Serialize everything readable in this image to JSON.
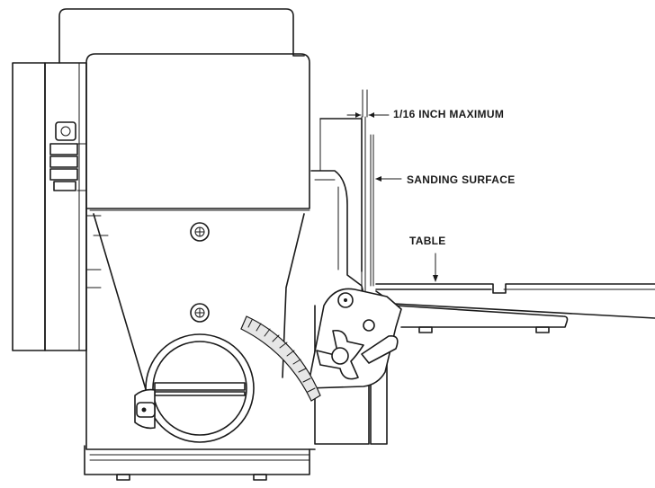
{
  "labels": {
    "max_gap": "1/16 INCH MAXIMUM",
    "sanding_surface": "SANDING SURFACE",
    "table": "TABLE"
  },
  "colors": {
    "ink": "#1a1a1a",
    "paper": "#ffffff"
  }
}
